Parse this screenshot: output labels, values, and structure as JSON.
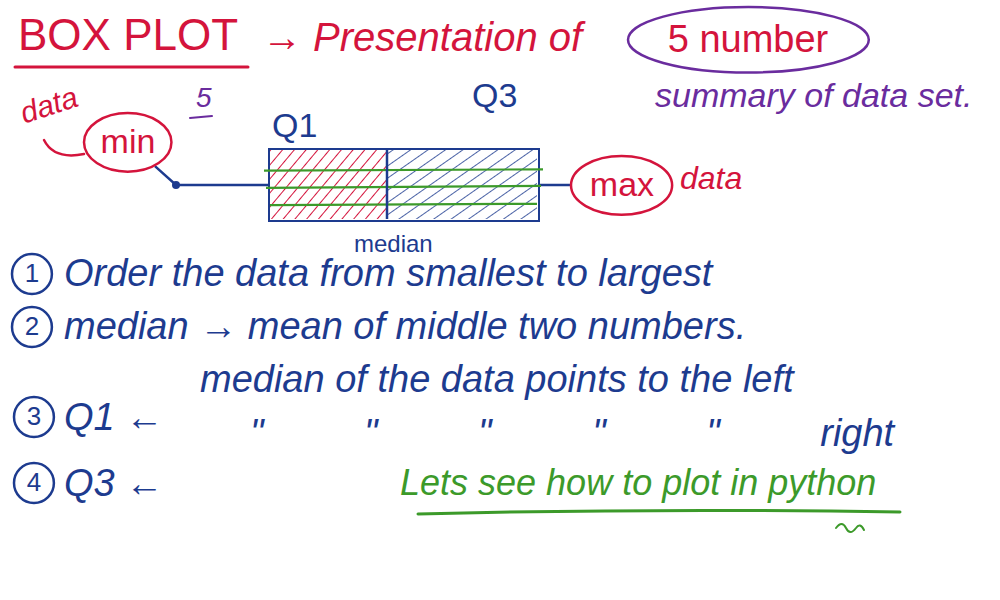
{
  "diagram": {
    "title": "BOX PLOT",
    "nodes": [
      {
        "text": [
          "5 number"
        ]
      },
      {
        "text": [
          "min"
        ]
      },
      {
        "text": [
          "Q1",
          "Q3",
          "median"
        ]
      },
      {
        "text": [
          "max"
        ]
      },
      {
        "text": [
          "1"
        ]
      },
      {
        "text": [
          "2"
        ]
      },
      {
        "text": [
          "3"
        ]
      },
      {
        "text": [
          "4"
        ]
      }
    ],
    "edges": [
      {
        "from": 1,
        "to": 2,
        "arrow": "none"
      },
      {
        "from": 2,
        "to": 3,
        "arrow": "none"
      }
    ],
    "labels": [
      "→ Presentation of",
      "summary of data set.",
      "5",
      "data",
      "data",
      "Order the data from smallest to largest",
      "median → mean of middle two numbers.",
      "median of the data points to the left",
      "Q1 ←",
      "\" \" \" \" \" right",
      "Q3 ←",
      "Lets see how to plot in python"
    ]
  }
}
